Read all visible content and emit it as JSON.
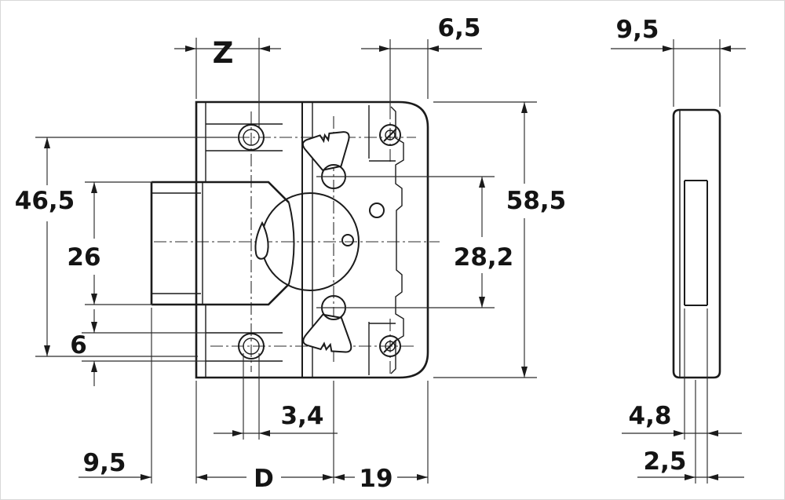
{
  "drawing": {
    "type": "engineering-dimension-drawing",
    "subject": "cabinet lock, front view with bolt and side view",
    "background": "#ffffff",
    "line_color": "#1b1b1b",
    "dims": {
      "z": {
        "label": "Z",
        "area": "top-left"
      },
      "d65": {
        "label": "6,5",
        "area": "top-right-of-front-view"
      },
      "d95top": {
        "label": "9,5",
        "area": "top-of-side-view"
      },
      "d465": {
        "label": "46,5",
        "area": "left"
      },
      "d26": {
        "label": "26",
        "area": "left"
      },
      "d6": {
        "label": "6",
        "area": "left-bottom"
      },
      "d585": {
        "label": "58,5",
        "area": "right-of-front-view"
      },
      "d282": {
        "label": "28,2",
        "area": "right-inner"
      },
      "d34": {
        "label": "3,4",
        "area": "bottom"
      },
      "d95bot": {
        "label": "9,5",
        "area": "bottom-left"
      },
      "dD": {
        "label": "D",
        "area": "bottom-center"
      },
      "d19": {
        "label": "19",
        "area": "bottom-center-right"
      },
      "d48": {
        "label": "4,8",
        "area": "bottom-of-side-view"
      },
      "d25": {
        "label": "2,5",
        "area": "bottom-of-side-view"
      }
    }
  }
}
